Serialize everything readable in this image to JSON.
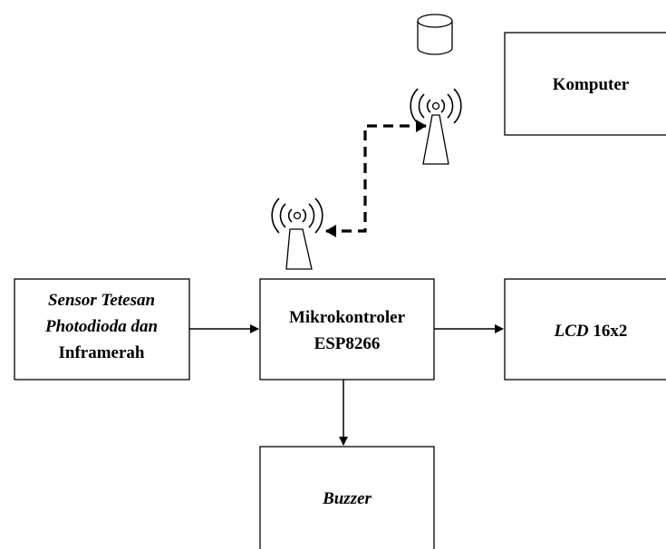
{
  "blocks": {
    "sensor": {
      "line1": "Sensor Tetesan",
      "line2": "Photodioda dan",
      "line3": "Inframerah"
    },
    "mcu": {
      "line1": "Mikrokontroler",
      "line2": "ESP8266"
    },
    "lcd": {
      "part1": "LCD",
      "part2": " 16x2"
    },
    "buzzer": {
      "label": "Buzzer"
    },
    "computer": {
      "label": "Komputer"
    }
  },
  "icons": {
    "database": "database-icon",
    "antenna_local": "wireless-antenna-icon",
    "antenna_remote": "wireless-antenna-icon"
  }
}
